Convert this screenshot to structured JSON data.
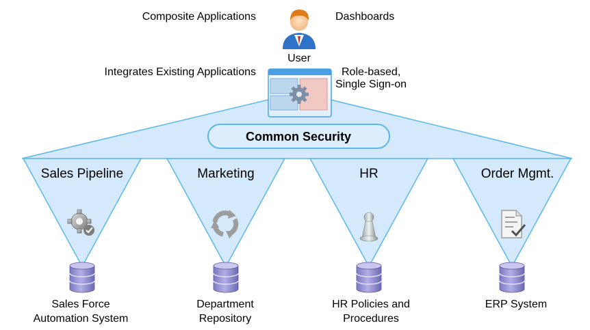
{
  "top_labels": {
    "composite": "Composite Applications",
    "dashboards": "Dashboards",
    "user": "User",
    "integrates": "Integrates Existing Applications",
    "role_line1": "Role-based,",
    "role_line2": "Single Sign-on"
  },
  "security_label": "Common Security",
  "columns": [
    {
      "title": "Sales Pipeline",
      "icon": "gears-check-icon",
      "system_line1": "Sales Force",
      "system_line2": "Automation System"
    },
    {
      "title": "Marketing",
      "icon": "cycle-arrows-icon",
      "system_line1": "Department",
      "system_line2": "Repository"
    },
    {
      "title": "HR",
      "icon": "pawn-icon",
      "system_line1": "HR Policies and",
      "system_line2": "Procedures"
    },
    {
      "title": "Order Mgmt.",
      "icon": "document-check-icon",
      "system_line1": "ERP System",
      "system_line2": ""
    }
  ],
  "colors": {
    "fill": "#d4e9fb",
    "stroke": "#5bb7e8",
    "database": "#9a97d6"
  }
}
